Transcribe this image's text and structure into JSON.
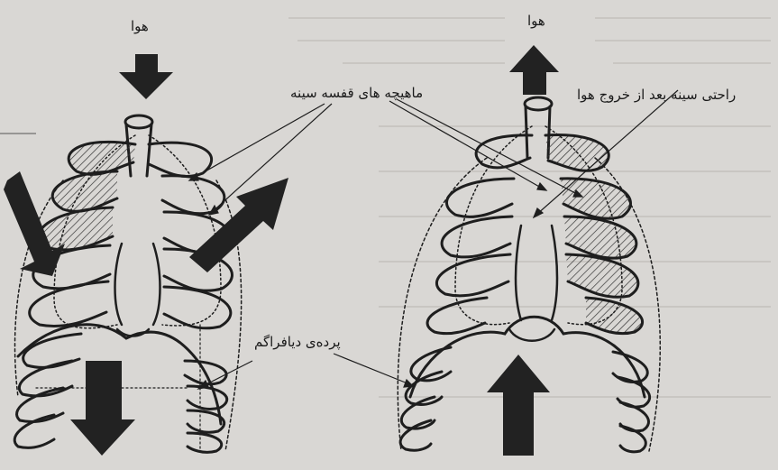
{
  "labels": {
    "air_in": "هوا",
    "air_out": "هوا",
    "rib_muscles": "ماهیچه های قفسه سینه",
    "chest_relax": "راحتی سینه بعد از خروج هوا",
    "diaphragm": "پرده‌ی دیافراگم"
  },
  "colors": {
    "background": "#d9d7d4",
    "ink": "#1e1e1e",
    "arrow": "#222222"
  },
  "icons": {
    "inhale_arrow": "arrow-down-icon",
    "exhale_arrow": "arrow-up-icon"
  }
}
